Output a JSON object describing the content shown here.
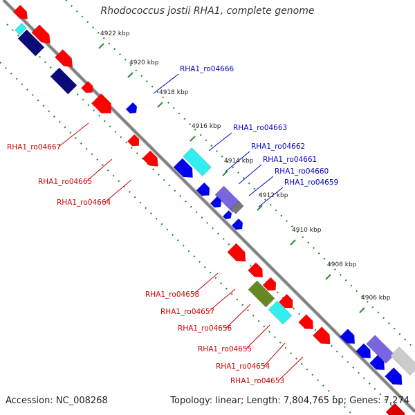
{
  "title": "Rhodococcus jostii RHA1, complete genome",
  "footer": {
    "accession": "Accession: NC_008268",
    "topology": "Topology: linear; Length: 7,804,765 bp; Genes: 7,274"
  },
  "scale_ticks": [
    "4922 kbp",
    "4920 kbp",
    "4918 kbp",
    "4916 kbp",
    "4914 kbp",
    "4912 kbp",
    "4910 kbp",
    "4908 kbp",
    "4906 kbp"
  ],
  "gene_labels_forward": [
    "RHA1_ro04666",
    "RHA1_ro04663",
    "RHA1_ro04662",
    "RHA1_ro04661",
    "RHA1_ro04660",
    "RHA1_ro04659"
  ],
  "gene_labels_reverse": [
    "RHA1_ro04667",
    "RHA1_ro04665",
    "RHA1_ro04664",
    "RHA1_ro04658",
    "RHA1_ro04657",
    "RHA1_ro04656",
    "RHA1_ro04655",
    "RHA1_ro04654",
    "RHA1_ro04653"
  ],
  "colors": {
    "forward_label": "#0000cc",
    "reverse_label": "#cc0000",
    "gene_red": "#ff0000",
    "gene_blue": "#0000ee",
    "gene_navy": "#0a0a78",
    "gene_cyan": "#33eeee",
    "gene_lavender": "#7766dd",
    "gene_olive": "#668822",
    "gene_grey": "#777777",
    "gene_lightgrey": "#cccccc",
    "backbone": "#888888",
    "dots": "#2a8a2a"
  }
}
